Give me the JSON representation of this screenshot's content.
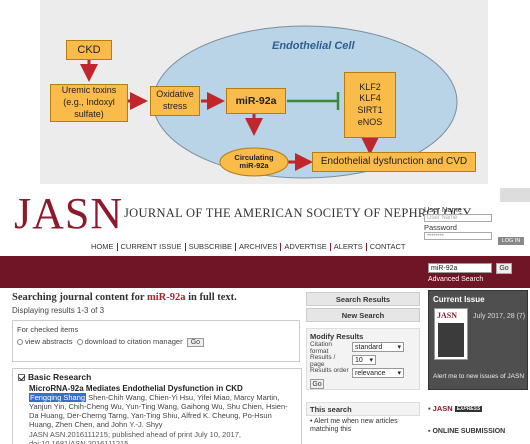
{
  "diagram": {
    "ckd": "CKD",
    "uremic": [
      "Uremic toxins",
      "(e.g., Indoxyl",
      "sulfate)"
    ],
    "oxidative": [
      "Oxidative",
      "stress"
    ],
    "mir": "miR-92a",
    "cell_title": "Endothelial Cell",
    "genes": [
      "KLF2",
      "KLF4",
      "SIRT1",
      "eNOS"
    ],
    "circulating": [
      "Circulating",
      "miR-92a"
    ],
    "outcome": "Endothelial dysfunction and CVD",
    "colors": {
      "box": "#f9bb4a",
      "cell": "#b9d3e7",
      "arrow": "#c0272d",
      "inhibit": "#3a8a3a"
    }
  },
  "header": {
    "logo": "JASN",
    "full_name": "JOURNAL OF THE AMERICAN SOCIETY OF NEPHROLOGY",
    "nav": [
      "HOME",
      "CURRENT ISSUE",
      "SUBSCRIBE",
      "ARCHIVES",
      "ADVERTISE",
      "ALERTS",
      "CONTACT"
    ],
    "login": {
      "user_label": "User Name",
      "user_placeholder": "User Name",
      "pass_label": "Password",
      "pass_value": "••••••••",
      "button": "LOG IN"
    },
    "brand_color": "#6f1526"
  },
  "search": {
    "query": "miR-92a",
    "go": "Go",
    "advanced": "Advanced Search"
  },
  "results": {
    "heading_prefix": "Searching journal content for ",
    "heading_query": "miR-92a",
    "heading_suffix": " in full text.",
    "count": "Displaying results 1-3 of 3",
    "checked_title": "For checked items",
    "view_abstracts": "view abstracts",
    "download": "download to citation manager",
    "go": "Go",
    "article": {
      "section": "Basic Research",
      "title": "MicroRNA-92a Mediates Endothelial Dysfunction in CKD",
      "highlight_author": "Fengqing Shang",
      "authors_rest": " Shen-Chih Wang, Chien-Yi Hsu, Yifei Miao, Marcy Martin, Yanjun Yin, Chih-Cheng Wu, Yun-Ting Wang, Gaihong Wu, Shu Chien, Hsien-Da Huang, Der-Cherng Tarng, Yan-Ting Shiu, Alfred K. Cheung, Po-Hsun Huang, Zhen Chen, and John Y.-J. Shyy",
      "cite": "JASN ASN.2016111215; published ahead of print July 10, 2017, doi:10.1681/ASN.2016111215"
    }
  },
  "sidebar_mid": {
    "search_results": "Search Results",
    "new_search": "New Search",
    "modify_title": "Modify Results",
    "citation_label": "Citation format",
    "citation_value": "standard",
    "per_page_label": "Results / page",
    "per_page_value": "10",
    "order_label": "Results order",
    "order_value": "relevance",
    "go": "Go",
    "this_search": "This search",
    "alert": "• Alert me when new articles matching this"
  },
  "sidebar_right": {
    "current_issue": "Current Issue",
    "cover_logo": "JASN",
    "issue_date": "July 2017, 28 (7)",
    "alert_issues": "Alert me to new issues of JASN",
    "express": "JASN",
    "express_tag": "EXPRESS",
    "online_submission": "ONLINE SUBMISSION"
  }
}
